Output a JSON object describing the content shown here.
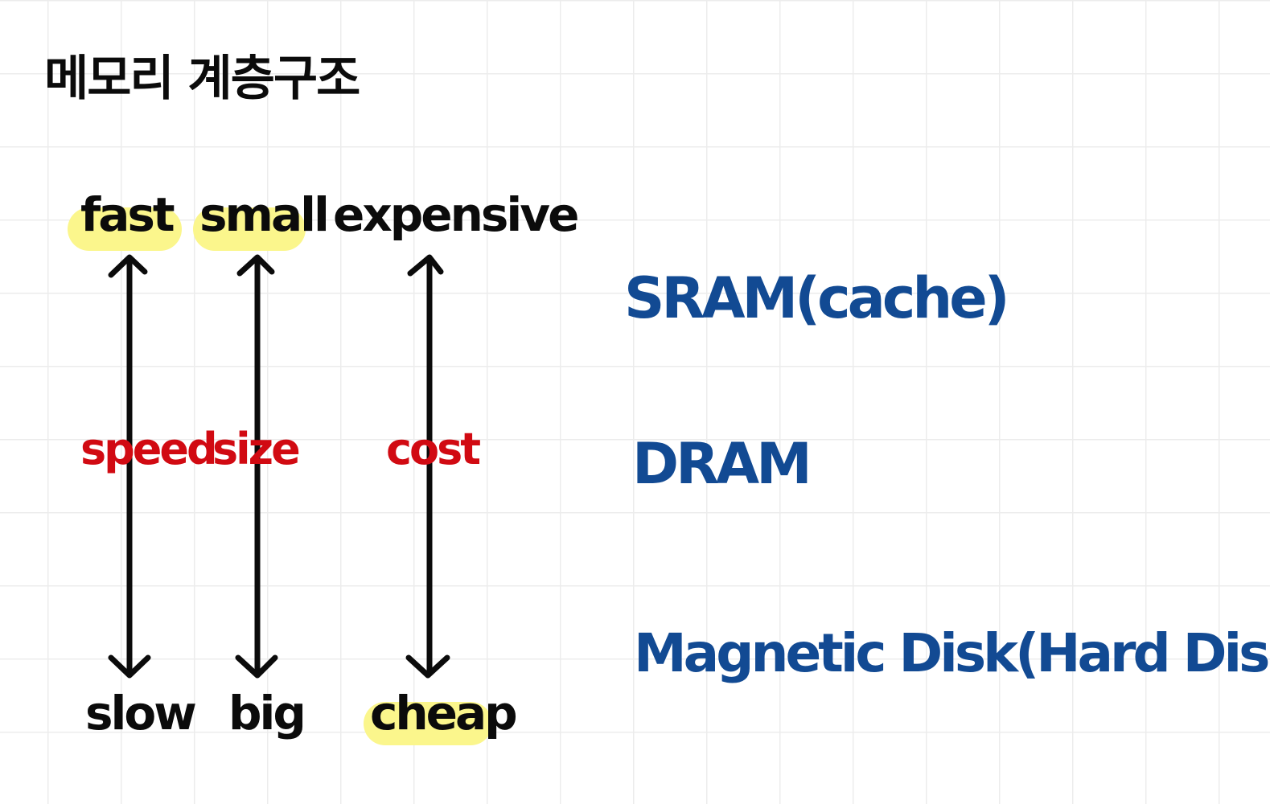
{
  "title": "메모리 계층구조",
  "columns": [
    {
      "top": "fast",
      "middle": "speed",
      "bottom": "slow",
      "top_highlight": true,
      "bottom_highlight": false
    },
    {
      "top": "small",
      "middle": "size",
      "bottom": "big",
      "top_highlight": true,
      "bottom_highlight": false
    },
    {
      "top": "expensive",
      "middle": "cost",
      "bottom": "cheap",
      "top_highlight": false,
      "bottom_highlight": true
    }
  ],
  "tiers": [
    "SRAM(cache)",
    "DRAM",
    "Magnetic Disk(Hard Disk)"
  ],
  "colors": {
    "ink": "#0b0b0b",
    "attribute": "#d10a12",
    "tier": "#124a93",
    "highlight": "#fbf68c",
    "grid": "#ececec"
  }
}
